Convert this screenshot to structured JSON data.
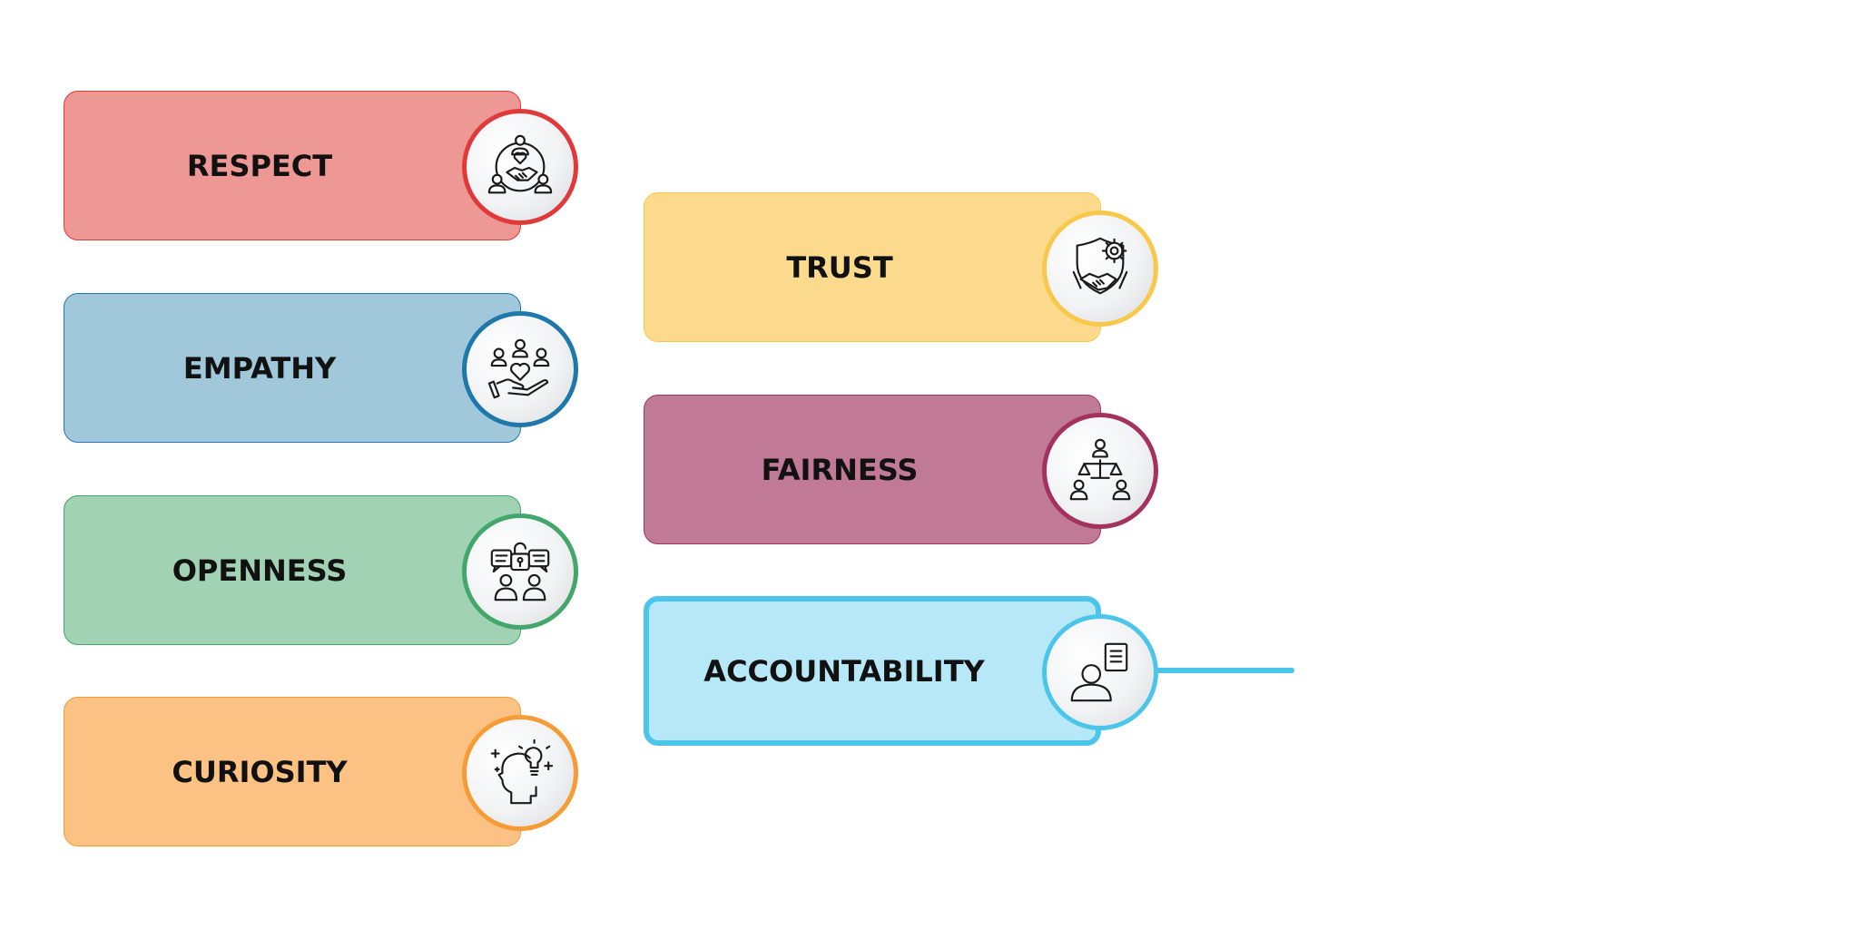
{
  "colors": {
    "respect": {
      "fill": "#ee9896",
      "border": "#e0393a"
    },
    "empathy": {
      "fill": "#a0c8da",
      "border": "#1e78aa"
    },
    "openness": {
      "fill": "#a0d2b3",
      "border": "#43a76b"
    },
    "curiosity": {
      "fill": "#fbc283",
      "border": "#f69c36"
    },
    "trust": {
      "fill": "#fbda8e",
      "border": "#f7c84a"
    },
    "fairness": {
      "fill": "#c17a96",
      "border": "#a3325e"
    },
    "accountability": {
      "fill": "#b7e8f8",
      "border": "#4bc6ea"
    },
    "icon_stroke": "#1a1a1a"
  },
  "items": {
    "respect": {
      "label": "RESPECT",
      "icon": "handshake-community-icon"
    },
    "empathy": {
      "label": "EMPATHY",
      "icon": "heart-in-hand-people-icon"
    },
    "openness": {
      "label": "OPENNESS",
      "icon": "unlocked-conversation-icon"
    },
    "curiosity": {
      "label": "CURIOSITY",
      "icon": "head-lightbulb-icon"
    },
    "trust": {
      "label": "TRUST",
      "icon": "shield-gear-handshake-icon"
    },
    "fairness": {
      "label": "FAIRNESS",
      "icon": "scales-people-icon"
    },
    "accountability": {
      "label": "ACCOUNTABILITY",
      "icon": "person-document-icon"
    }
  }
}
